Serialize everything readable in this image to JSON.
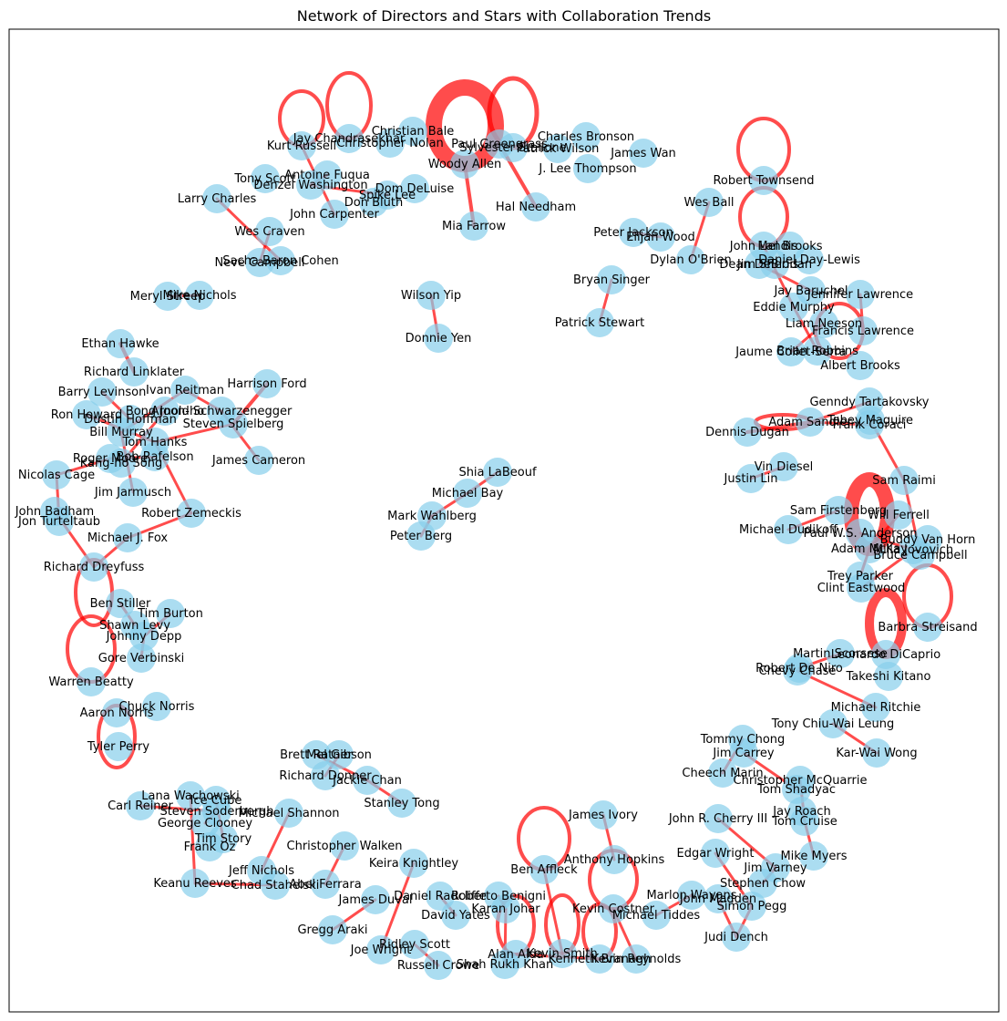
{
  "chart_data": {
    "type": "network",
    "title": "Network of Directors and Stars with Collaboration Trends",
    "colors": {
      "node": "#87ceeb",
      "edge": "#ff0000",
      "frame": "#000000"
    },
    "nodes": [
      "Jay Chandrasekhar",
      "Christian Bale",
      "Christopher Nolan",
      "Paul Greengrass",
      "Sylvester Stallone",
      "Charles Bronson",
      "Patrick Wilson",
      "James Wan",
      "J. Lee Thompson",
      "Woody Allen",
      "Kurt Russell",
      "Antoine Fuqua",
      "Tony Scott",
      "Denzel Washington",
      "Dom DeLuise",
      "Spike Lee",
      "Don Bluth",
      "John Carpenter",
      "Larry Charles",
      "Hal Needham",
      "Mia Farrow",
      "Wes Craven",
      "Neve Campbell",
      "Sacha Baron Cohen",
      "Robert Townsend",
      "Wes Ball",
      "Peter Jackson",
      "Elijah Wood",
      "Dylan O'Brien",
      "Mel Brooks",
      "John Landis",
      "Daniel Day-Lewis",
      "Jim Sheridan",
      "Dean DeBlois",
      "Meryl Streep",
      "Mike Nichols",
      "Wilson Yip",
      "Donnie Yen",
      "Bryan Singer",
      "Patrick Stewart",
      "Jay Baruchel",
      "Jennifer Lawrence",
      "Eddie Murphy",
      "Liam Neeson",
      "Francis Lawrence",
      "Jaume Collet-Serra",
      "Brian Robbins",
      "Albert Brooks",
      "Ethan Hawke",
      "Richard Linklater",
      "Harrison Ford",
      "Ivan Reitman",
      "Barry Levinson",
      "Bong Joon-ho",
      "Dustin Hoffman",
      "Arnold Schwarzenegger",
      "Ron Howard",
      "Steven Spielberg",
      "Bill Murray",
      "Tom Hanks",
      "Roger Moore",
      "Kang-ho Song",
      "Bob Rafelson",
      "James Cameron",
      "Genndy Tartakovsky",
      "Adam Sandler",
      "Tobey Maguire",
      "Frank Coraci",
      "Dennis Dugan",
      "Vin Diesel",
      "Justin Lin",
      "Sam Raimi",
      "Nicolas Cage",
      "Jim Jarmusch",
      "Shia LaBeouf",
      "Michael Bay",
      "John Badham",
      "Jon Turteltaub",
      "Robert Zemeckis",
      "Mark Wahlberg",
      "Michael J. Fox",
      "Peter Berg",
      "Sam Firstenberg",
      "Will Ferrell",
      "Michael Dudikoff",
      "Paul W.S. Anderson",
      "Buddy Van Horn",
      "Adam McKay",
      "Milla Jovovich",
      "Bruce Campbell",
      "Richard Dreyfuss",
      "Trey Parker",
      "Clint Eastwood",
      "Ben Stiller",
      "Tim Burton",
      "Shawn Levy",
      "Johnny Depp",
      "Barbra Streisand",
      "Gore Verbinski",
      "Martin Scorsese",
      "Leonardo DiCaprio",
      "Robert De Niro",
      "Chevy Chase",
      "Takeshi Kitano",
      "Warren Beatty",
      "Michael Ritchie",
      "Chuck Norris",
      "Aaron Norris",
      "Tony Chiu-Wai Leung",
      "Kar-Wai Wong",
      "Tyler Perry",
      "Tommy Chong",
      "Jim Carrey",
      "Cheech Marin",
      "Christopher McQuarrie",
      "Brett Ratner",
      "Mel Gibson",
      "Richard Donner",
      "Jackie Chan",
      "Tom Shadyac",
      "Stanley Tong",
      "Lana Wachowski",
      "Ice Cube",
      "Carl Reiner",
      "Steven Soderbergh",
      "Michael Shannon",
      "George Clooney",
      "Tim Story",
      "Frank Oz",
      "Jay Roach",
      "Tom Cruise",
      "James Ivory",
      "John R. Cherry III",
      "Christopher Walken",
      "Edgar Wright",
      "Mike Myers",
      "Anthony Hopkins",
      "Keira Knightley",
      "Ben Affleck",
      "Jim Varney",
      "Jeff Nichols",
      "Keanu Reeves",
      "Chad Stahelski",
      "Abel Ferrara",
      "Stephen Chow",
      "Daniel Radcliffe",
      "Roberto Benigni",
      "Marlon Wayans",
      "John Madden",
      "James Duval",
      "Kevin Costner",
      "Simon Pegg",
      "Karan Johar",
      "David Yates",
      "Michael Tiddes",
      "Gregg Araki",
      "Judi Dench",
      "Ridley Scott",
      "Joe Wright",
      "Alan Alda",
      "Kevin Smith",
      "Kenneth Branagh",
      "Kevin Reynolds",
      "Russell Crowe",
      "Shah Rukh Khan"
    ]
  }
}
